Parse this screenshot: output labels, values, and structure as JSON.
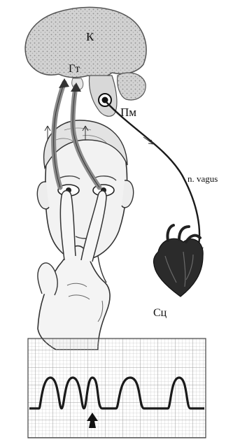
{
  "labels": {
    "cortex": "К",
    "hypothalamus": "Гт",
    "medulla": "Пм",
    "vagus": "n. vagus",
    "heart": "Сц"
  },
  "ecg_panel": {
    "colors": {
      "grid": "#9a9a9a",
      "trace": "#222222",
      "frame": "#444444"
    }
  },
  "colors": {
    "ink": "#1a1a1a",
    "brain_fill": "#cfcfcf",
    "skin_fill": "#efefef",
    "heart_fill": "#2a2a2a"
  }
}
